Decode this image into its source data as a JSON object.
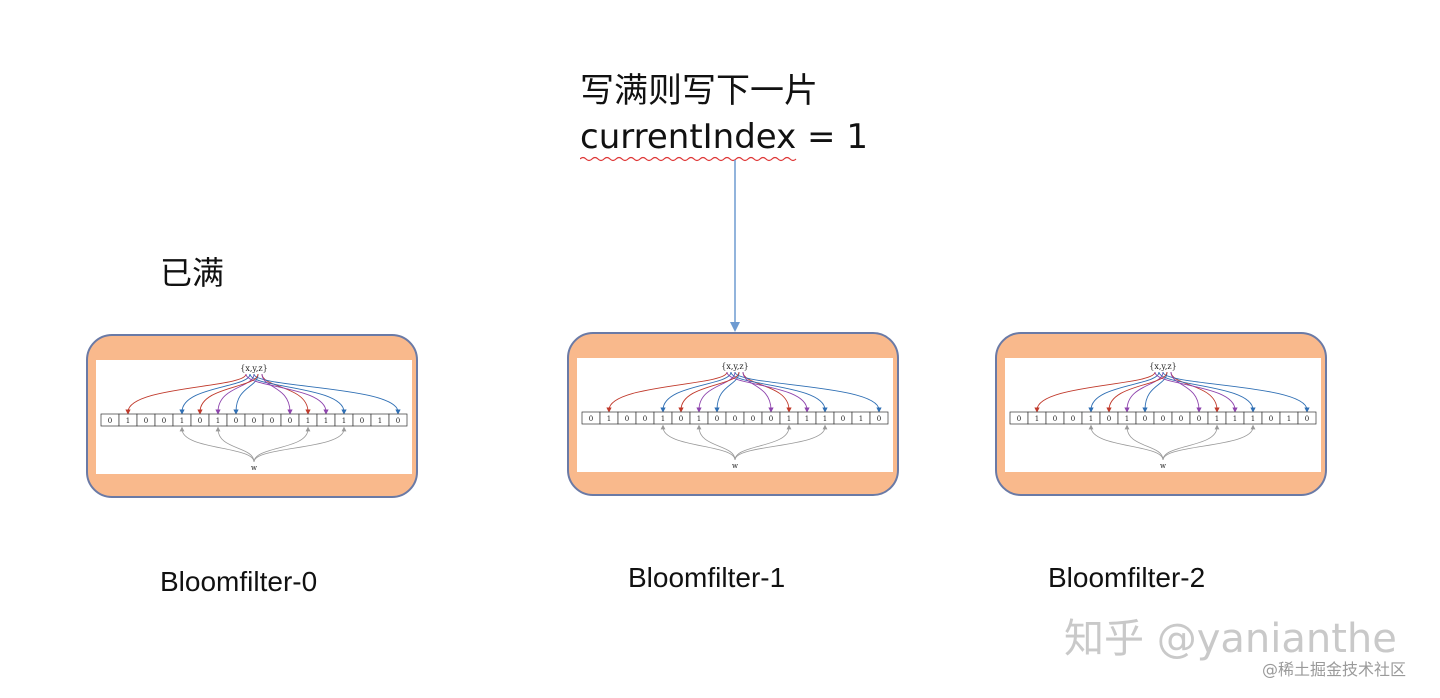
{
  "annotation": {
    "line1": "写满则写下一片",
    "line2": "currentIndex = 1"
  },
  "full_label": "已满",
  "bloomfilter": {
    "set_label": "{x,y,z}",
    "w_label": "w",
    "bits": [
      "0",
      "1",
      "0",
      "0",
      "1",
      "0",
      "1",
      "0",
      "0",
      "0",
      "0",
      "1",
      "1",
      "1",
      "0",
      "1",
      "0"
    ]
  },
  "filters": [
    {
      "label": "Bloomfilter-0"
    },
    {
      "label": "Bloomfilter-1"
    },
    {
      "label": "Bloomfilter-2"
    }
  ],
  "watermark": "知乎 @yanianthe",
  "source_tag": "@稀土掘金技术社区",
  "colors": {
    "box_fill": "#f9b98c",
    "box_border": "#6a7aa6",
    "arrow": "#6e9bd1",
    "red_arrows": "#c0392b",
    "blue_arrows": "#2f6fb4",
    "purple_arrows": "#8e44ad"
  }
}
